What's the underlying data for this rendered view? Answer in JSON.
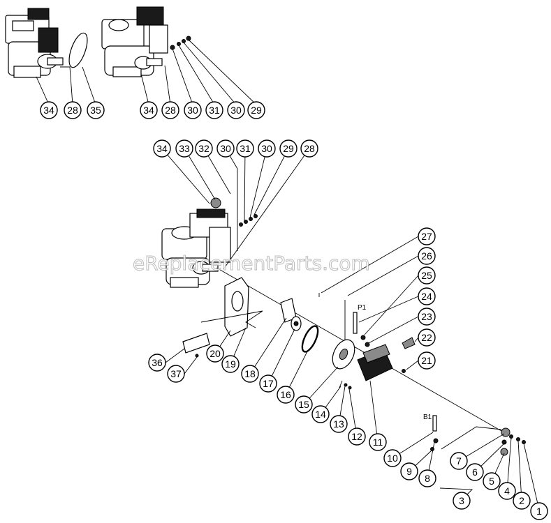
{
  "watermark": "eReplacementParts.com",
  "labels": {
    "p1": "P1",
    "b1": "B1"
  },
  "callouts": [
    {
      "id": "c-34a",
      "text": "34"
    },
    {
      "id": "c-28a",
      "text": "28"
    },
    {
      "id": "c-35",
      "text": "35"
    },
    {
      "id": "c-34b",
      "text": "34"
    },
    {
      "id": "c-28b",
      "text": "28"
    },
    {
      "id": "c-30a",
      "text": "30"
    },
    {
      "id": "c-31a",
      "text": "31"
    },
    {
      "id": "c-30b",
      "text": "30"
    },
    {
      "id": "c-29a",
      "text": "29"
    },
    {
      "id": "c-34c",
      "text": "34"
    },
    {
      "id": "c-33",
      "text": "33"
    },
    {
      "id": "c-32",
      "text": "32"
    },
    {
      "id": "c-30c",
      "text": "30"
    },
    {
      "id": "c-31b",
      "text": "31"
    },
    {
      "id": "c-30d",
      "text": "30"
    },
    {
      "id": "c-29b",
      "text": "29"
    },
    {
      "id": "c-28c",
      "text": "28"
    },
    {
      "id": "c-27",
      "text": "27"
    },
    {
      "id": "c-26",
      "text": "26"
    },
    {
      "id": "c-25",
      "text": "25"
    },
    {
      "id": "c-24",
      "text": "24"
    },
    {
      "id": "c-23",
      "text": "23"
    },
    {
      "id": "c-22",
      "text": "22"
    },
    {
      "id": "c-21",
      "text": "21"
    },
    {
      "id": "c-36",
      "text": "36"
    },
    {
      "id": "c-37",
      "text": "37"
    },
    {
      "id": "c-20",
      "text": "20"
    },
    {
      "id": "c-19",
      "text": "19"
    },
    {
      "id": "c-18",
      "text": "18"
    },
    {
      "id": "c-17",
      "text": "17"
    },
    {
      "id": "c-16",
      "text": "16"
    },
    {
      "id": "c-15",
      "text": "15"
    },
    {
      "id": "c-14",
      "text": "14"
    },
    {
      "id": "c-13",
      "text": "13"
    },
    {
      "id": "c-12",
      "text": "12"
    },
    {
      "id": "c-11",
      "text": "11"
    },
    {
      "id": "c-10",
      "text": "10"
    },
    {
      "id": "c-9",
      "text": "9"
    },
    {
      "id": "c-8",
      "text": "8"
    },
    {
      "id": "c-7",
      "text": "7"
    },
    {
      "id": "c-6",
      "text": "6"
    },
    {
      "id": "c-5",
      "text": "5"
    },
    {
      "id": "c-4",
      "text": "4"
    },
    {
      "id": "c-3",
      "text": "3"
    },
    {
      "id": "c-2",
      "text": "2"
    },
    {
      "id": "c-1",
      "text": "1"
    }
  ]
}
